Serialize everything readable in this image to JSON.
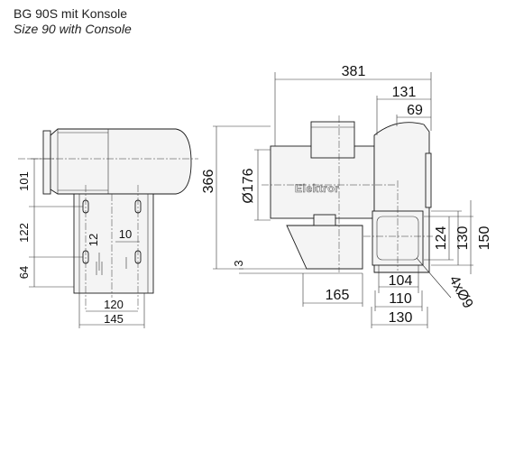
{
  "title": {
    "line1": "BG 90S mit Konsole",
    "line2": "Size 90 with Console"
  },
  "front_view": {
    "dims": {
      "d101": "101",
      "d122": "122",
      "d64": "64",
      "d12": "12",
      "d10": "10",
      "d120": "120",
      "d145": "145"
    }
  },
  "side_view": {
    "dims": {
      "d381": "381",
      "d131": "131",
      "d69": "69",
      "d366": "366",
      "d176": "Ø176",
      "d3": "3",
      "d165": "165",
      "d124": "124",
      "d130v": "130",
      "d150": "150",
      "d104": "104",
      "d110": "110",
      "d130h": "130",
      "holes": "4xØ9"
    },
    "brand_label": "Elektror"
  }
}
